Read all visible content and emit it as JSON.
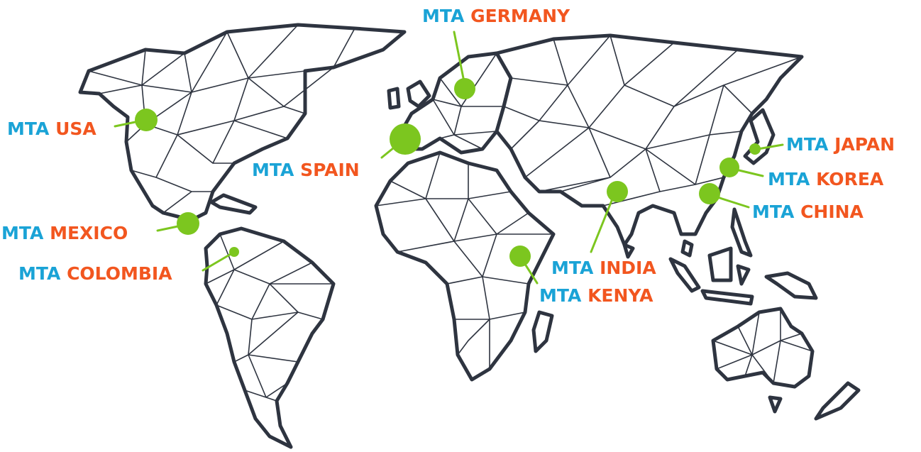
{
  "colors": {
    "land_outline": "#2e3440",
    "marker": "#7cc61f",
    "label_prefix": "#1aa3d6",
    "label_country": "#f2561f"
  },
  "locations": [
    {
      "id": "germany",
      "prefix": "MTA",
      "country": "GERMANY"
    },
    {
      "id": "usa",
      "prefix": "MTA",
      "country": "USA"
    },
    {
      "id": "spain",
      "prefix": "MTA",
      "country": "SPAIN"
    },
    {
      "id": "mexico",
      "prefix": "MTA",
      "country": "MEXICO"
    },
    {
      "id": "colombia",
      "prefix": "MTA",
      "country": "COLOMBIA"
    },
    {
      "id": "japan",
      "prefix": "MTA",
      "country": "JAPAN"
    },
    {
      "id": "korea",
      "prefix": "MTA",
      "country": "KOREA"
    },
    {
      "id": "china",
      "prefix": "MTA",
      "country": "CHINA"
    },
    {
      "id": "india",
      "prefix": "MTA",
      "country": "INDIA"
    },
    {
      "id": "kenya",
      "prefix": "MTA",
      "country": "KENYA"
    }
  ]
}
